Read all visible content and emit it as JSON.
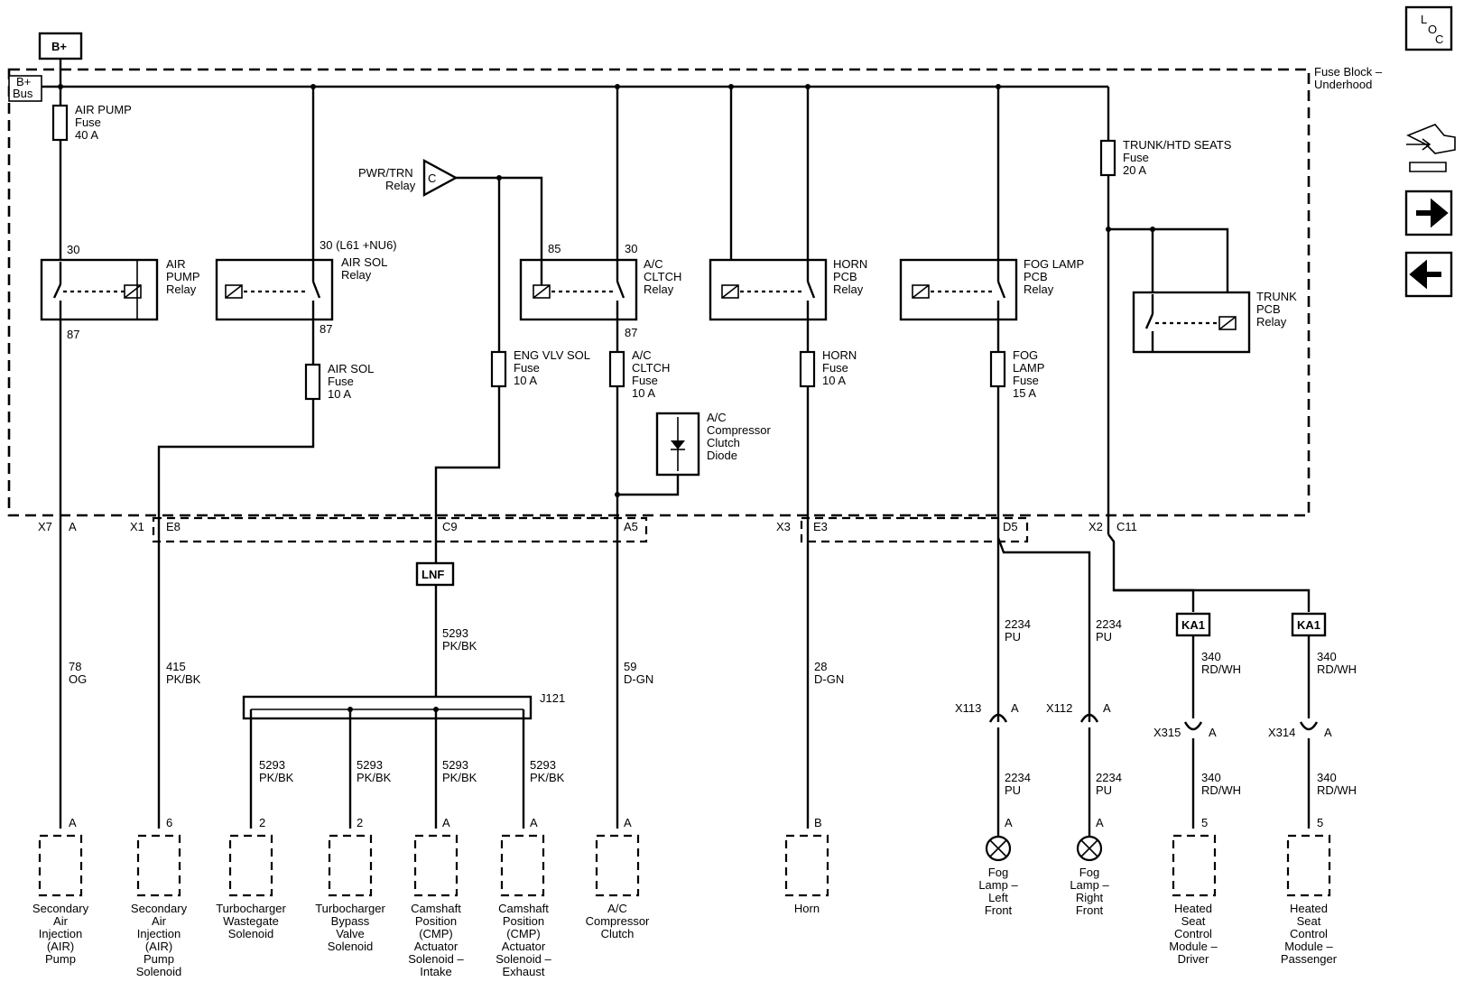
{
  "power": {
    "b_plus": "B+",
    "bus_line1": "B+",
    "bus_line2": "Bus"
  },
  "fuse_block": {
    "line1": "Fuse Block –",
    "line2": "Underhood"
  },
  "nav": {
    "loc_l": "L",
    "loc_o": "O",
    "loc_c": "C"
  },
  "fuses": {
    "air_pump": [
      "AIR PUMP",
      "Fuse",
      "40 A"
    ],
    "air_sol": [
      "AIR SOL",
      "Fuse",
      "10 A"
    ],
    "eng_vlv_sol": [
      "ENG VLV SOL",
      "Fuse",
      "10 A"
    ],
    "ac_cltch": [
      "A/C",
      "CLTCH",
      "Fuse",
      "10 A"
    ],
    "horn": [
      "HORN",
      "Fuse",
      "10 A"
    ],
    "fog_lamp": [
      "FOG",
      "LAMP",
      "Fuse",
      "15 A"
    ],
    "trunk_htd": [
      "TRUNK/HTD SEATS",
      "Fuse",
      "20 A"
    ]
  },
  "relays": {
    "air_pump": [
      "AIR",
      "PUMP",
      "Relay"
    ],
    "air_sol": [
      "AIR SOL",
      "Relay"
    ],
    "ac_cltch": [
      "A/C",
      "CLTCH",
      "Relay"
    ],
    "horn": [
      "HORN",
      "PCB",
      "Relay"
    ],
    "fog_lamp": [
      "FOG LAMP",
      "PCB",
      "Relay"
    ],
    "trunk": [
      "TRUNK",
      "PCB",
      "Relay"
    ]
  },
  "relay_pins": {
    "air_pump_in": "30",
    "air_pump_out": "87",
    "air_sol_in": "30 (L61 +NU6)",
    "air_sol_out": "87",
    "ac_85": "85",
    "ac_30": "30",
    "ac_87": "87"
  },
  "pwr_trn": {
    "line1": "PWR/TRN",
    "line2": "Relay",
    "pin": "C"
  },
  "diode": [
    "A/C",
    "Compressor",
    "Clutch",
    "Diode"
  ],
  "connectors": {
    "x7": "X7",
    "x7_a": "A",
    "x1": "X1",
    "e8": "E8",
    "c9": "C9",
    "a5": "A5",
    "x3": "X3",
    "e3": "E3",
    "d5": "D5",
    "x2": "X2",
    "c11": "C11"
  },
  "options": {
    "lnf": "LNF",
    "ka1_left": "KA1",
    "ka1_right": "KA1"
  },
  "splice": "J121",
  "wires": {
    "w78": [
      "78",
      "OG"
    ],
    "w415": [
      "415",
      "PK/BK"
    ],
    "w5293_main": [
      "5293",
      "PK/BK"
    ],
    "w5293_a": [
      "5293",
      "PK/BK"
    ],
    "w5293_b": [
      "5293",
      "PK/BK"
    ],
    "w5293_c": [
      "5293",
      "PK/BK"
    ],
    "w5293_d": [
      "5293",
      "PK/BK"
    ],
    "w59": [
      "59",
      "D-GN"
    ],
    "w28": [
      "28",
      "D-GN"
    ],
    "w2234_lu": [
      "2234",
      "PU"
    ],
    "w2234_ll": [
      "2234",
      "PU"
    ],
    "w2234_ru": [
      "2234",
      "PU"
    ],
    "w2234_rl": [
      "2234",
      "PU"
    ],
    "w340_lu": [
      "340",
      "RD/WH"
    ],
    "w340_ll": [
      "340",
      "RD/WH"
    ],
    "w340_ru": [
      "340",
      "RD/WH"
    ],
    "w340_rl": [
      "340",
      "RD/WH"
    ]
  },
  "inline_connectors": {
    "x113": "X113",
    "x113_pin": "A",
    "x112": "X112",
    "x112_pin": "A",
    "x315": "X315",
    "x315_pin": "A",
    "x314": "X314",
    "x314_pin": "A"
  },
  "component_pins": {
    "air_pump": "A",
    "air_sol": "6",
    "wastegate": "2",
    "bypass": "2",
    "cmp_intake": "A",
    "cmp_exhaust": "A",
    "ac_clutch": "A",
    "horn": "B",
    "fog_left": "A",
    "fog_right": "A",
    "seat_driver": "5",
    "seat_pass": "5"
  },
  "components": {
    "air_pump": [
      "Secondary",
      "Air",
      "Injection",
      "(AIR)",
      "Pump"
    ],
    "air_sol": [
      "Secondary",
      "Air",
      "Injection",
      "(AIR)",
      "Pump",
      "Solenoid"
    ],
    "wastegate": [
      "Turbocharger",
      "Wastegate",
      "Solenoid"
    ],
    "bypass": [
      "Turbocharger",
      "Bypass",
      "Valve",
      "Solenoid"
    ],
    "cmp_intake": [
      "Camshaft",
      "Position",
      "(CMP)",
      "Actuator",
      "Solenoid –",
      "Intake"
    ],
    "cmp_exhaust": [
      "Camshaft",
      "Position",
      "(CMP)",
      "Actuator",
      "Solenoid –",
      "Exhaust"
    ],
    "ac_clutch": [
      "A/C",
      "Compressor",
      "Clutch"
    ],
    "horn": [
      "Horn"
    ],
    "fog_left": [
      "Fog",
      "Lamp –",
      "Left",
      "Front"
    ],
    "fog_right": [
      "Fog",
      "Lamp –",
      "Right",
      "Front"
    ],
    "seat_driver": [
      "Heated",
      "Seat",
      "Control",
      "Module –",
      "Driver"
    ],
    "seat_pass": [
      "Heated",
      "Seat",
      "Control",
      "Module –",
      "Passenger"
    ]
  }
}
